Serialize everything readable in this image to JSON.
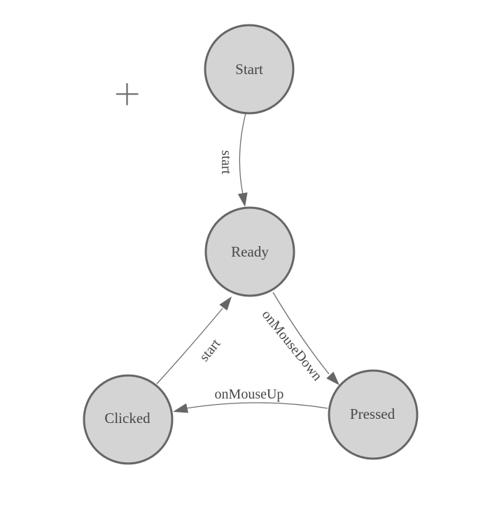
{
  "diagram": {
    "type": "state-machine",
    "colors": {
      "background": "#ffffff",
      "node_fill": "#d4d4d4",
      "node_stroke": "#666666",
      "edge": "#6e6e6e",
      "arrowhead": "#666666",
      "text": "#474747"
    },
    "icons": {
      "crosshair_plus": "+"
    },
    "nodes": [
      {
        "id": "start",
        "label": "Start"
      },
      {
        "id": "ready",
        "label": "Ready"
      },
      {
        "id": "clicked",
        "label": "Clicked"
      },
      {
        "id": "pressed",
        "label": "Pressed"
      }
    ],
    "edges": [
      {
        "from": "start",
        "to": "ready",
        "label": "start"
      },
      {
        "from": "ready",
        "to": "pressed",
        "label": "onMouseDown"
      },
      {
        "from": "clicked",
        "to": "ready",
        "label": "start"
      },
      {
        "from": "pressed",
        "to": "clicked",
        "label": "onMouseUp"
      }
    ]
  }
}
